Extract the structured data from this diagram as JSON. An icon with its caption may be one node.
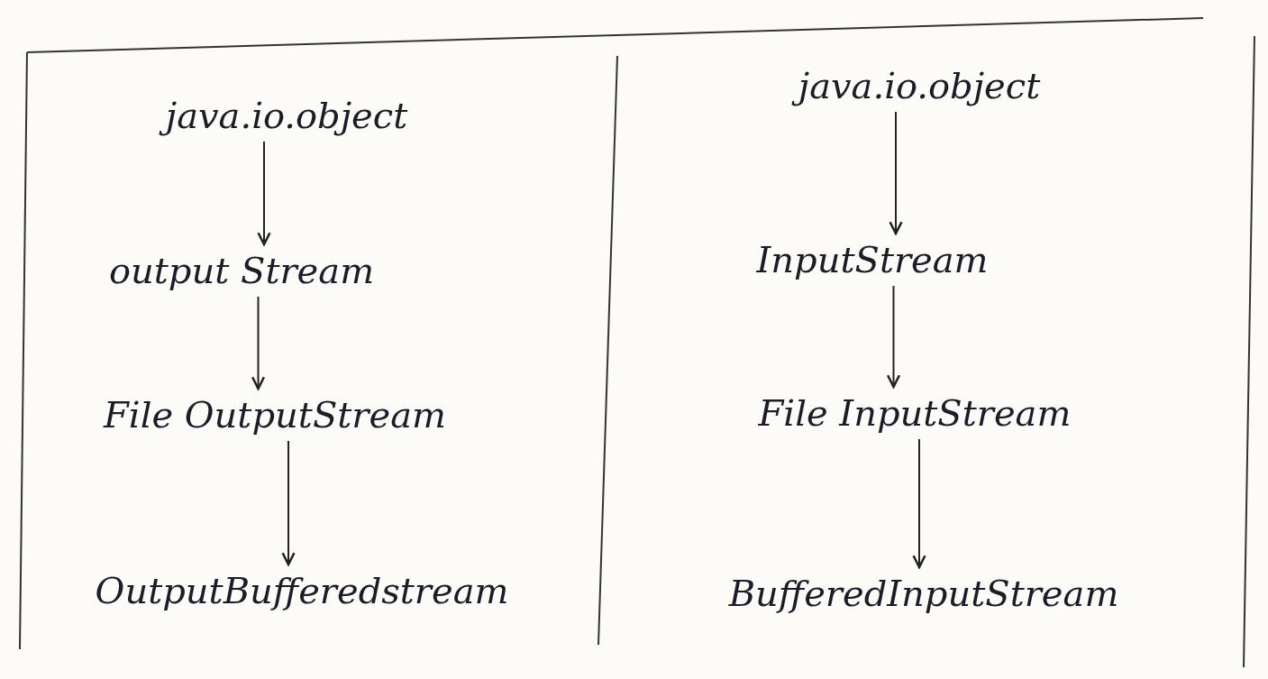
{
  "diagram": {
    "nodes": [
      {
        "text": [
          "java.io.object"
        ]
      },
      {
        "text": [
          "output Stream"
        ]
      },
      {
        "text": [
          "File OutputStream"
        ]
      },
      {
        "text": [
          "OutputBufferedstream"
        ]
      },
      {
        "text": [
          "java.io.object"
        ]
      },
      {
        "text": [
          "InputStream"
        ]
      },
      {
        "text": [
          "File InputStream"
        ]
      },
      {
        "text": [
          "BufferedInputStream"
        ]
      }
    ],
    "edges": [
      {
        "from": 0,
        "to": 1,
        "arrow": "to"
      },
      {
        "from": 1,
        "to": 2,
        "arrow": "to"
      },
      {
        "from": 2,
        "to": 3,
        "arrow": "to"
      },
      {
        "from": 4,
        "to": 5,
        "arrow": "to"
      },
      {
        "from": 5,
        "to": 6,
        "arrow": "to"
      },
      {
        "from": 6,
        "to": 7,
        "arrow": "to"
      }
    ]
  }
}
